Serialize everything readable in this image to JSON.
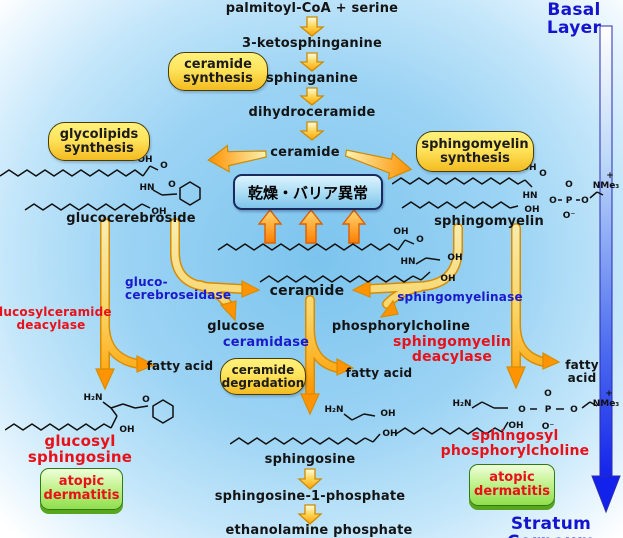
{
  "titles": {
    "basal_layer": "Basal Layer",
    "stratum_corneum": "Stratum Corneum"
  },
  "top_pathway": {
    "n1": "palmitoyl-CoA + serine",
    "n2": "3-ketosphinganine",
    "n3": "sphinganine",
    "n4": "dihydroceramide",
    "n5": "ceramide"
  },
  "process_boxes": {
    "ceramide_synthesis": "ceramide\nsynthesis",
    "glycolipids_synthesis": "glycolipids\nsynthesis",
    "sphingomyelin_synthesis": "sphingomyelin\nsynthesis",
    "ceramide_degradation": "ceramide\ndegradation",
    "barrier_abnormality": "乾燥・バリア異常",
    "atopic_dermatitis": "atopic\ndermatitis"
  },
  "metabolites": {
    "glucocerebroside": "glucocerebroside",
    "sphingomyelin": "sphingomyelin",
    "ceramide": "ceramide",
    "glucose": "glucose",
    "phosphorylcholine": "phosphorylcholine",
    "fatty_acid": "fatty acid",
    "glucosyl_sphingosine": "glucosyl\nsphingosine",
    "sphingosine": "sphingosine",
    "sphingosine_1_phosphate": "sphingosine-1-phosphate",
    "ethanolamine_phosphate": "ethanolamine phosphate",
    "sphingosyl_phosphorylcholine": "sphingosyl\nphosphorylcholine"
  },
  "enzymes": {
    "glucocerebroseidase": "gluco-\ncerebroseidase",
    "sphingomyelinase": "sphingomyelinase",
    "ceramidase": "ceramidase",
    "glucosylceramide_deacylase": "glucosylceramide\ndeacylase",
    "sphingomyelin_deacylase": "sphingomyelin\ndeacylase"
  },
  "chem": {
    "oh": "OH",
    "o": "O",
    "hn": "HN",
    "h2n": "H₂N",
    "nme3": "NMe₃",
    "plus": "+",
    "p": "P",
    "ominus": "O⁻"
  },
  "colors": {
    "enzyme_blue": "#1a1acc",
    "alert_red": "#e8111a",
    "title_blue": "#1515d0",
    "arrow_orange": "#ff9400",
    "process_yellow": "#ffe45c",
    "disease_green": "#8fdf4b",
    "barrier_blue": "#a9dcf4"
  }
}
